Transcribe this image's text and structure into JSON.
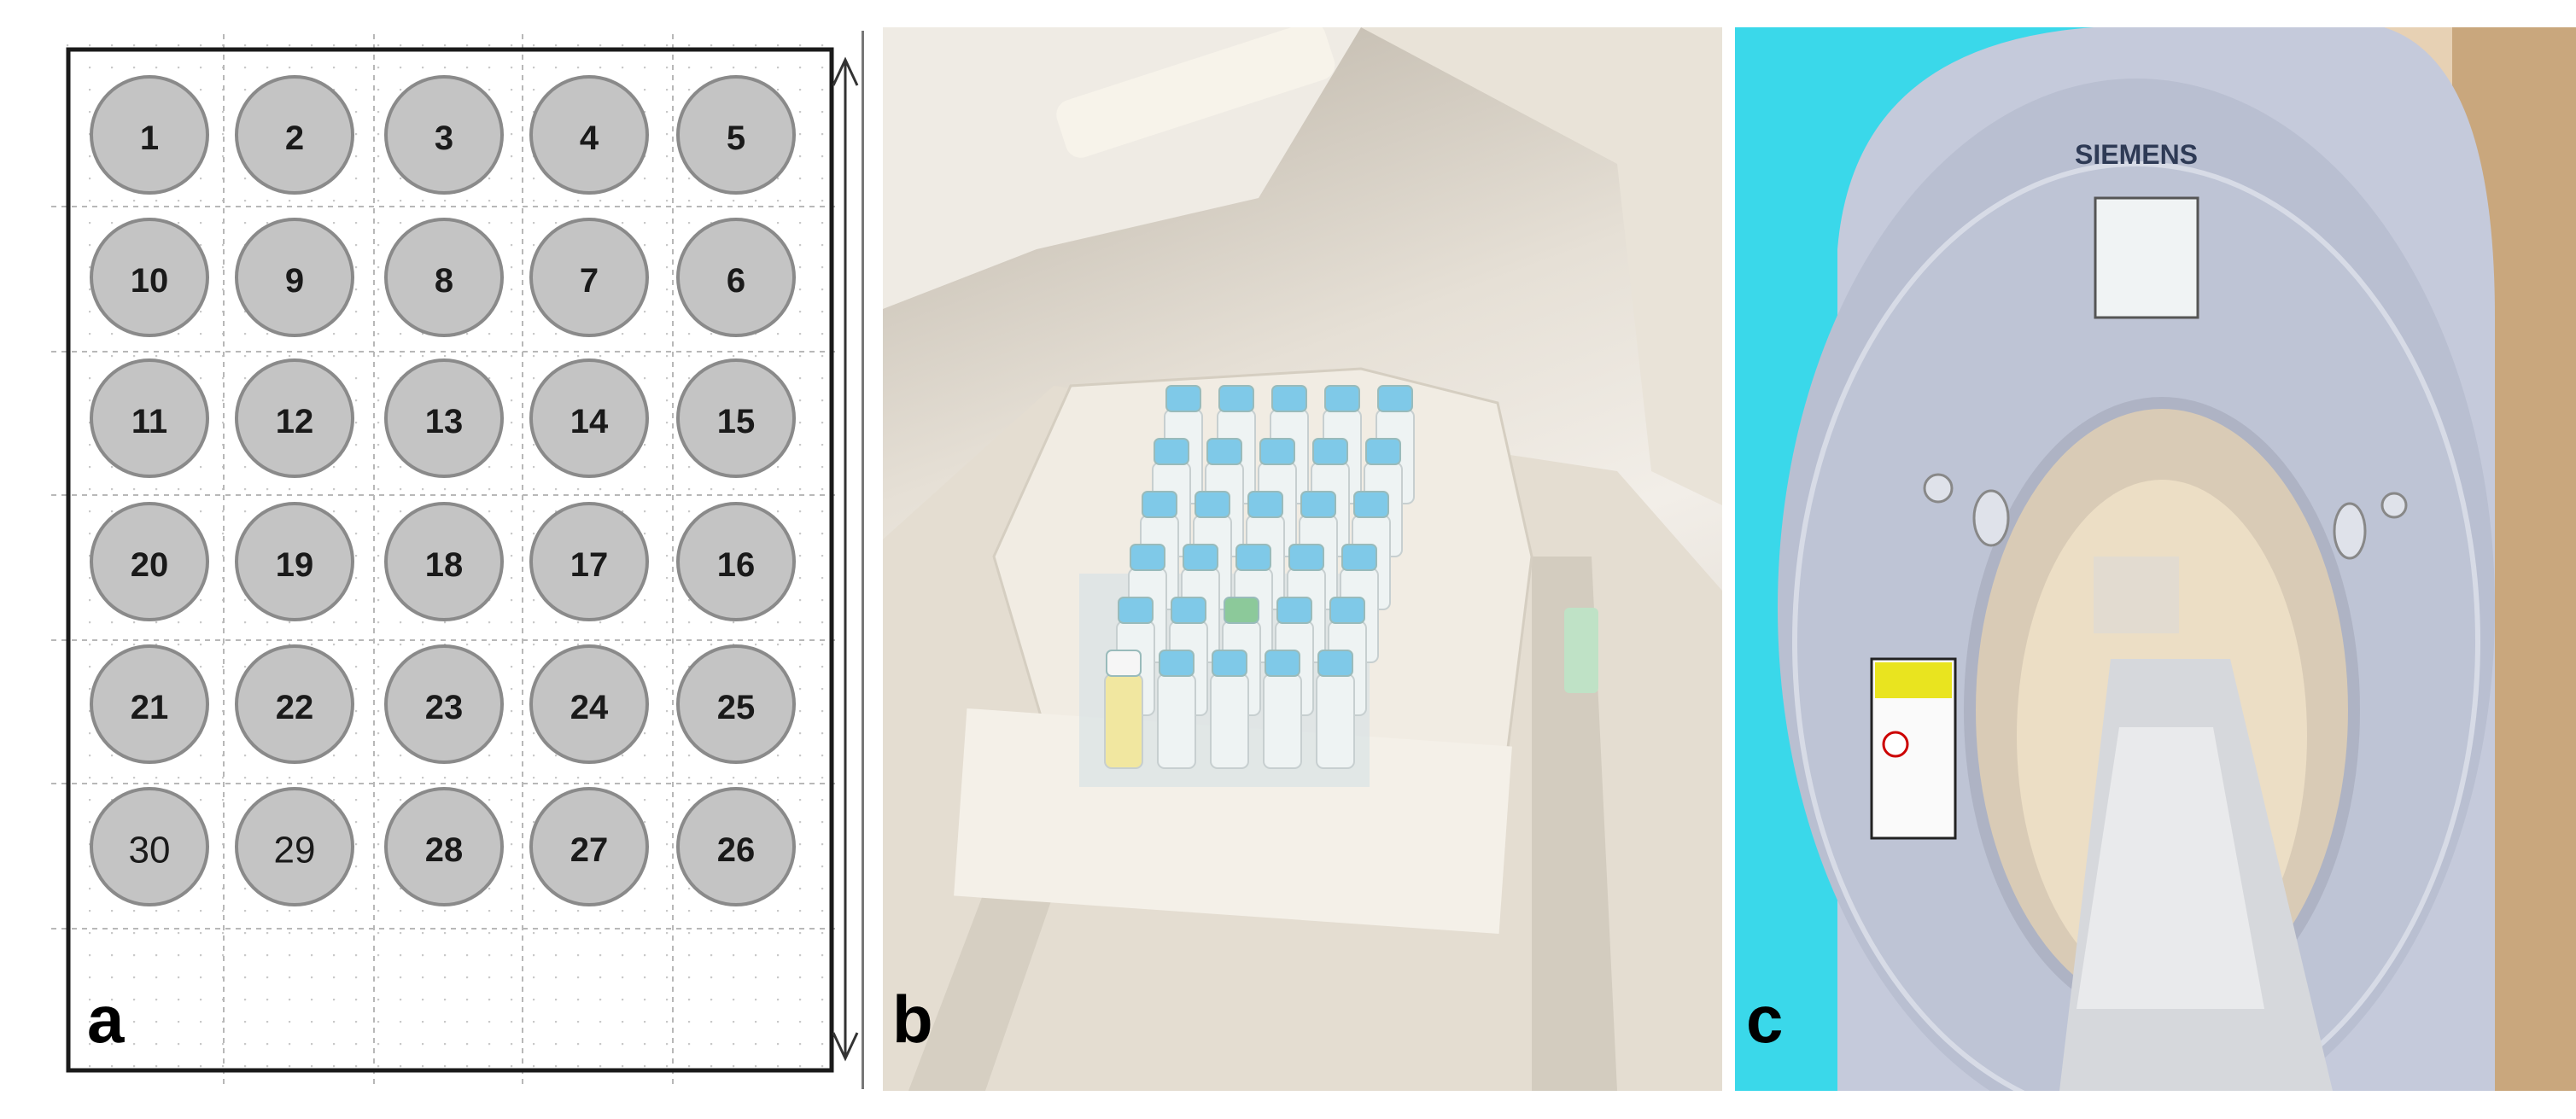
{
  "panels": {
    "a": {
      "letter": "a",
      "vial_numbers": [
        [
          "1",
          "2",
          "3",
          "4",
          "5"
        ],
        [
          "10",
          "9",
          "8",
          "7",
          "6"
        ],
        [
          "11",
          "12",
          "13",
          "14",
          "15"
        ],
        [
          "20",
          "19",
          "18",
          "17",
          "16"
        ],
        [
          "21",
          "22",
          "23",
          "24",
          "25"
        ],
        [
          "30",
          "29",
          "28",
          "27",
          "26"
        ]
      ],
      "colors": {
        "vial_fill": "#c4c4c4",
        "vial_stroke": "#8a8a8a",
        "frame": "#1a1a1a",
        "grid": "#b8b8b8"
      }
    },
    "b": {
      "letter": "b",
      "description_icon": "phantom-vial-rack-photo"
    },
    "c": {
      "letter": "c",
      "scanner_brand": "SIEMENS",
      "description_icon": "mri-scanner-photo"
    }
  }
}
